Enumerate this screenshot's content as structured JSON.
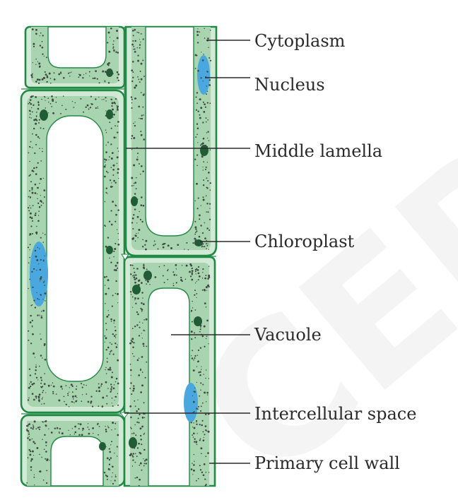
{
  "watermark": "CERT",
  "labels": {
    "cytoplasm": "Cytoplasm",
    "nucleus": "Nucleus",
    "middle_lamella": "Middle lamella",
    "chloroplast": "Chloroplast",
    "vacuole": "Vacuole",
    "intercellular_space": "Intercellular space",
    "primary_cell_wall": "Primary cell wall"
  },
  "colors": {
    "cell_wall": "#1f8a44",
    "cytoplasm": "#a9d4b0",
    "nucleus": "#4aa8e0",
    "chloroplast": "#1f5e35",
    "vacuole": "#ffffff",
    "watermark": "#e4e4e4"
  }
}
